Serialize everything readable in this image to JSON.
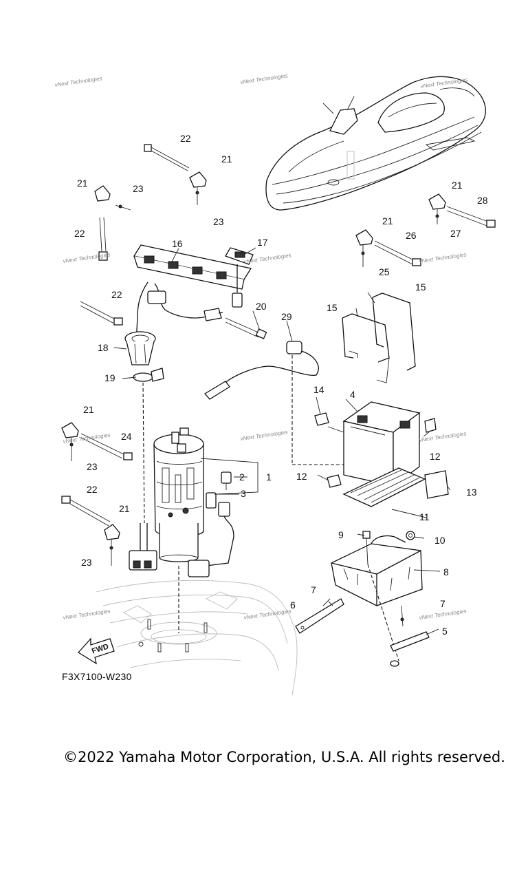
{
  "diagram": {
    "code": "F3X7100-W230",
    "fwd_label": "FWD",
    "watermark_text": "vNext Technologies",
    "callouts": [
      "1",
      "2",
      "3",
      "4",
      "5",
      "6",
      "7",
      "8",
      "9",
      "10",
      "11",
      "12",
      "13",
      "14",
      "15",
      "16",
      "17",
      "18",
      "19",
      "20",
      "21",
      "22",
      "23",
      "24",
      "25",
      "26",
      "27",
      "28",
      "29"
    ]
  },
  "footer": {
    "copyright": "©2022 Yamaha Motor Corporation, U.S.A. All rights reserved."
  }
}
